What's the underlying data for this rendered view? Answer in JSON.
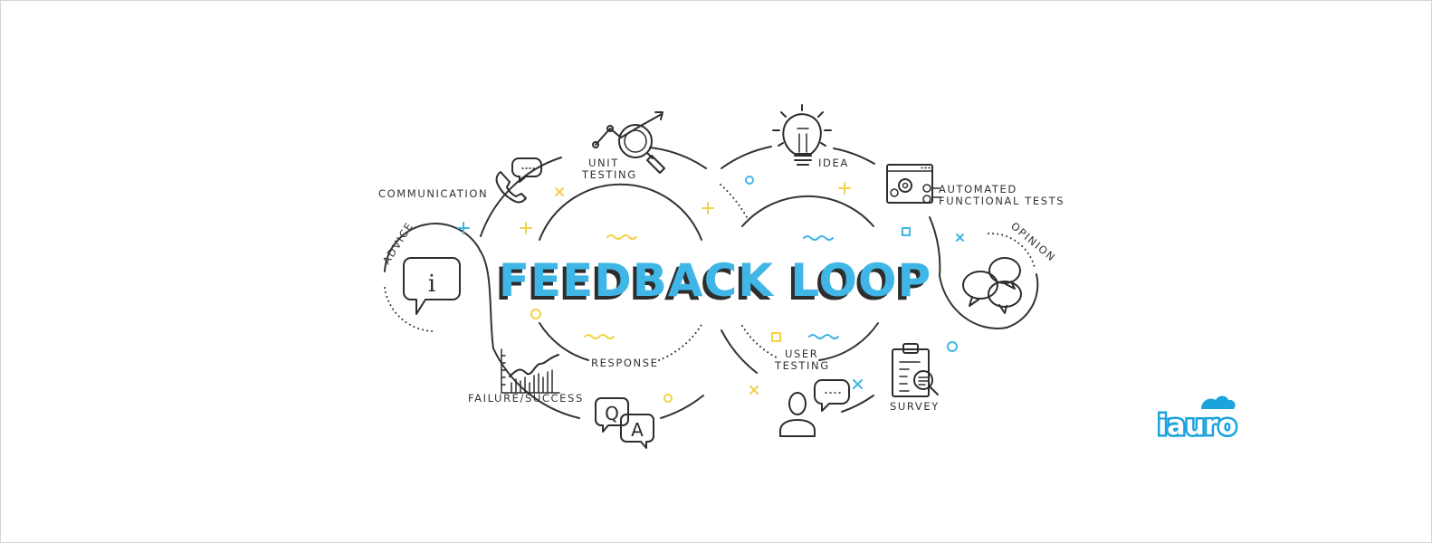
{
  "title": "FEEDBACK LOOP",
  "labels": {
    "communication": "COMMUNICATION",
    "unit_testing_1": "UNIT",
    "unit_testing_2": "TESTING",
    "idea": "IDEA",
    "automated_1": "AUTOMATED",
    "automated_2": "FUNCTIONAL TESTS",
    "advice": "ADVICE",
    "opinion": "OPINION",
    "response": "RESPONSE",
    "user_testing_1": "USER",
    "user_testing_2": "TESTING",
    "failure_success": "FAILURE/SUCCESS",
    "survey": "SURVEY"
  },
  "icons": {
    "advice": "info-speech-bubble-icon",
    "communication": "phone-chat-icon",
    "unit_testing": "magnifier-trend-icon",
    "idea": "lightbulb-icon",
    "automated": "browser-gears-icon",
    "opinion": "chat-bubbles-icon",
    "failure_success": "bar-chart-icon",
    "qa": "qa-bubbles-icon",
    "user_testing": "user-chat-icon",
    "survey": "clipboard-search-icon"
  },
  "qa_letters": {
    "q": "Q",
    "a": "A"
  },
  "info_glyph": "i",
  "logo_text": "iauro",
  "colors": {
    "accent_blue": "#3fb6e6",
    "accent_yellow": "#f2d24a",
    "ink": "#2d2d2d",
    "logo_blue": "#1aa3dc"
  }
}
